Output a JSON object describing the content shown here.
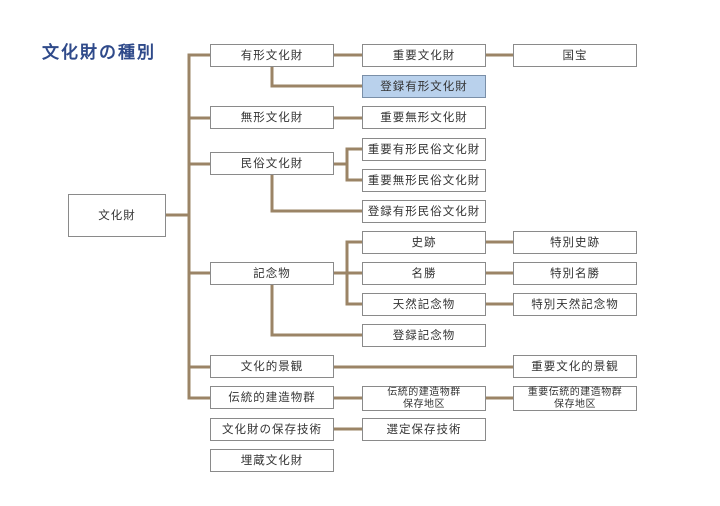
{
  "title": "文化財の種別",
  "colors": {
    "title": "#2f4a8a",
    "connector": "#9b8466",
    "highlight": "#b9d1ec",
    "border": "#8a8a8a"
  },
  "nodes": {
    "root": "文化財",
    "tangible": "有形文化財",
    "important_cultural_property": "重要文化財",
    "national_treasure": "国宝",
    "registered_tangible": "登録有形文化財",
    "intangible": "無形文化財",
    "important_intangible": "重要無形文化財",
    "folk": "民俗文化財",
    "important_tangible_folk": "重要有形民俗文化財",
    "important_intangible_folk": "重要無形民俗文化財",
    "registered_tangible_folk": "登録有形民俗文化財",
    "monuments": "記念物",
    "historic_site": "史跡",
    "special_historic_site": "特別史跡",
    "place_of_scenic_beauty": "名勝",
    "special_place_of_scenic_beauty": "特別名勝",
    "natural_monument": "天然記念物",
    "special_natural_monument": "特別天然記念物",
    "registered_monument": "登録記念物",
    "cultural_landscape": "文化的景観",
    "important_cultural_landscape": "重要文化的景観",
    "traditional_buildings": "伝統的建造物群",
    "preservation_district": "伝統的建造物群\n保存地区",
    "important_preservation_district": "重要伝統的建造物群\n保存地区",
    "conservation_techniques": "文化財の保存技術",
    "selected_conservation_techniques": "選定保存技術",
    "buried_cultural_property": "埋蔵文化財"
  }
}
